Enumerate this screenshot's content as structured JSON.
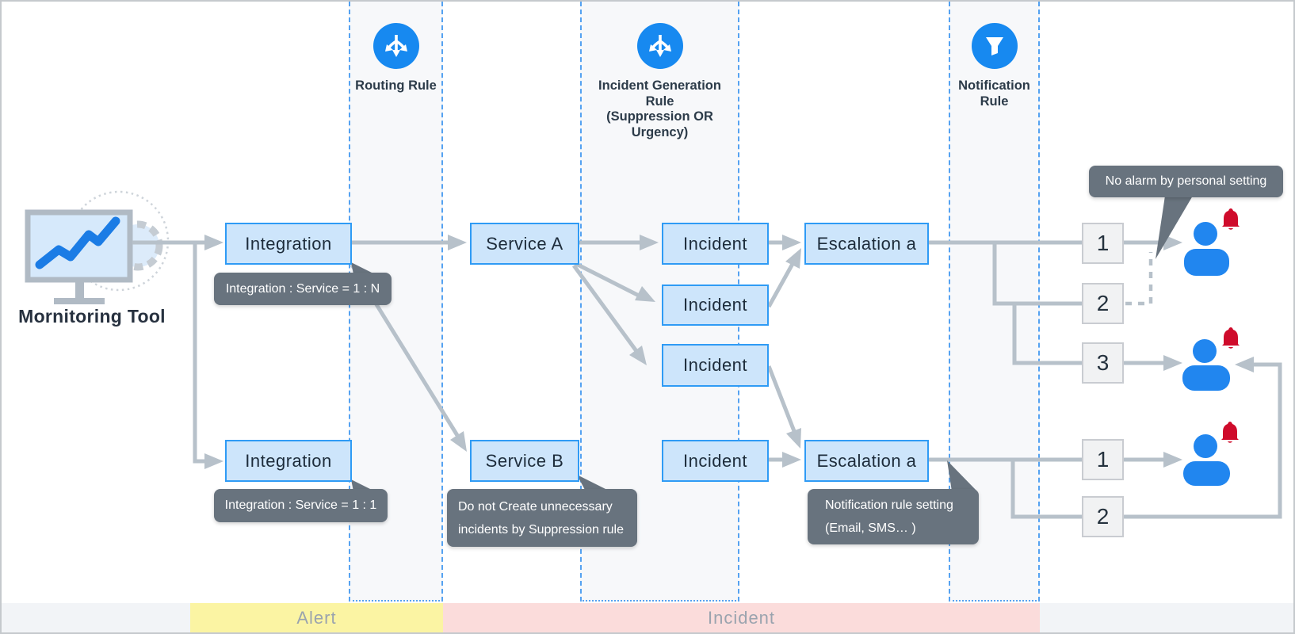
{
  "monitor": {
    "label": "Mornitoring Tool"
  },
  "columns": [
    {
      "icon": "routing-arrows-icon",
      "label": "Routing Rule"
    },
    {
      "icon": "routing-arrows-icon",
      "label": "Incident Generation\nRule\n(Suppression OR\nUrgency)"
    },
    {
      "icon": "funnel-icon",
      "label": "Notification\nRule"
    }
  ],
  "nodes": {
    "integration1": "Integration",
    "integration2": "Integration",
    "service_a": "Service A",
    "service_b": "Service B",
    "incident_a1": "Incident",
    "incident_a2": "Incident",
    "incident_a3": "Incident",
    "incident_b": "Incident",
    "escalation_top": "Escalation a",
    "escalation_bottom": "Escalation a"
  },
  "levels": {
    "top": [
      "1",
      "2",
      "3"
    ],
    "bottom": [
      "1",
      "2"
    ]
  },
  "tooltips": {
    "integration_service_1n": "Integration : Service = 1 : N",
    "integration_service_11": "Integration : Service = 1 : 1",
    "suppression_note": "Do not Create unnecessary\nincidents by Suppression rule",
    "notification_setting": "Notification rule  setting\n(Email, SMS… )",
    "no_alarm": "No alarm by personal setting"
  },
  "bands": {
    "alert": "Alert",
    "incident": "Incident"
  },
  "colors": {
    "accent_blue": "#1789f0",
    "node_fill": "#cde5fb",
    "node_border": "#2f9bf5",
    "connector_gray": "#b7c1ca",
    "tooltip_bg": "#68737e",
    "alert_band": "#fbf4a3",
    "incident_band": "#fbdcdb",
    "user_blue": "#2186ef",
    "bell_red": "#cf0b2b",
    "column_dash_blue": "#55a2f1"
  }
}
